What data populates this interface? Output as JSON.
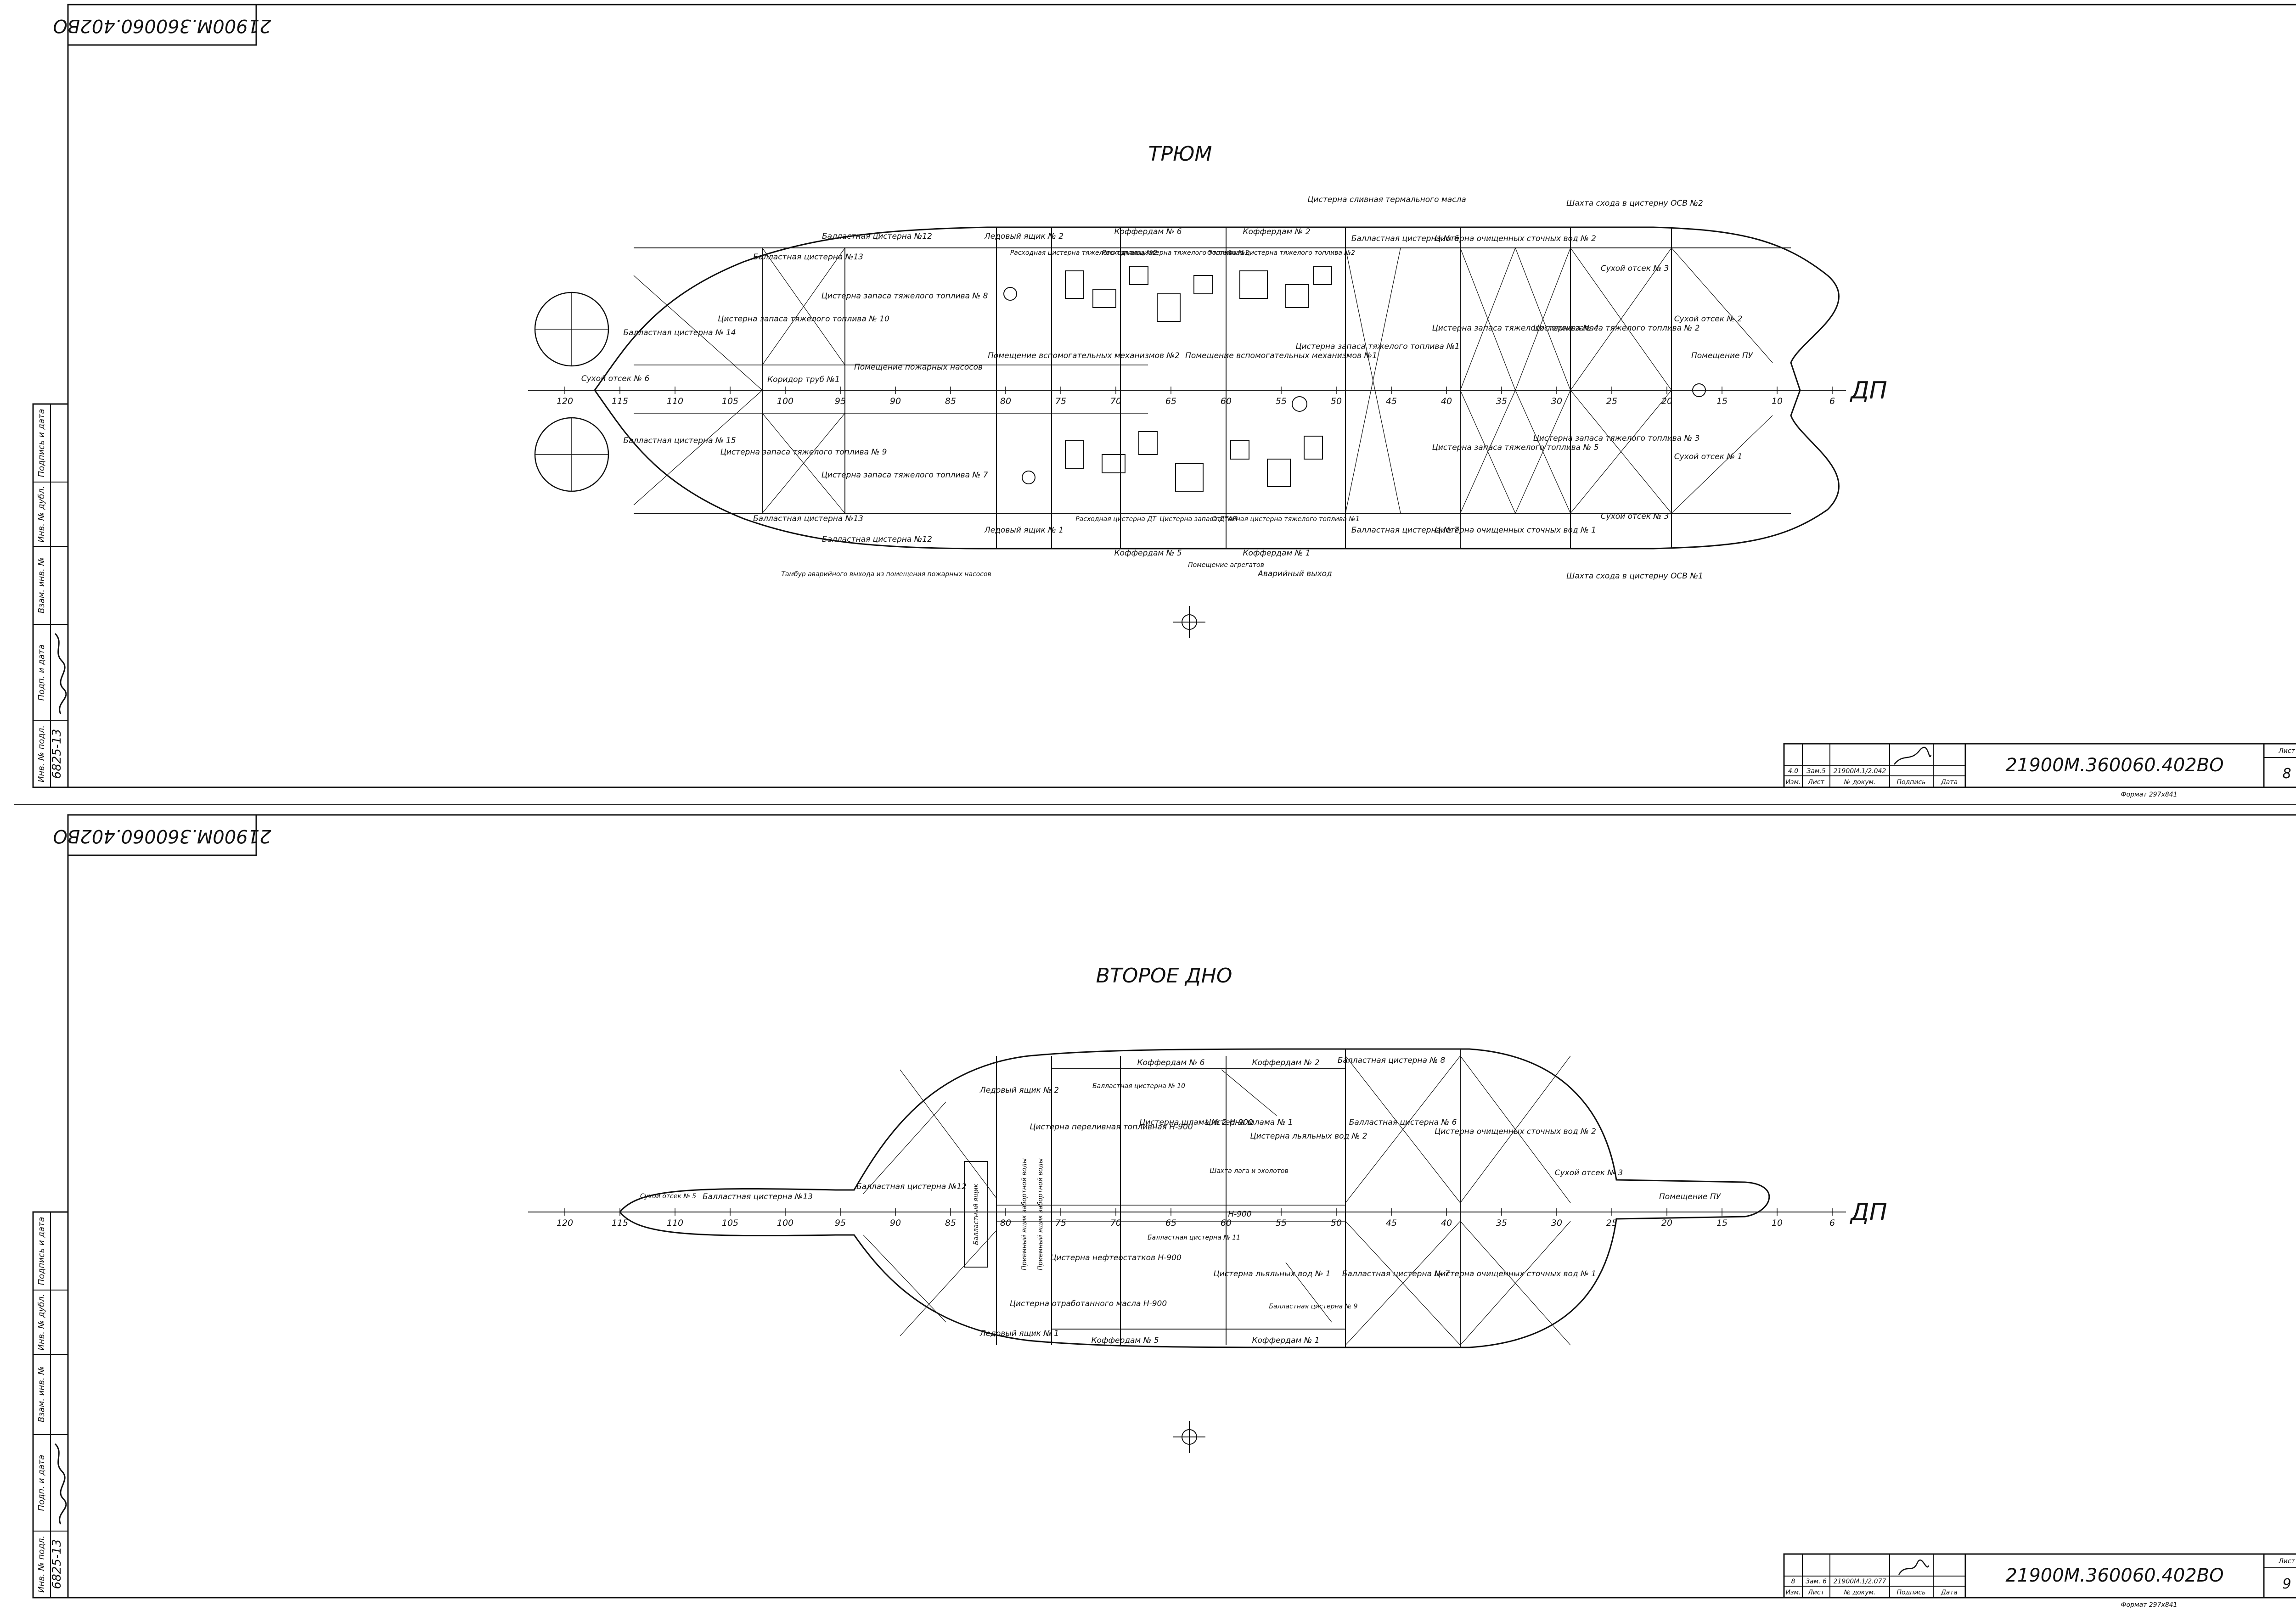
{
  "sheets": [
    {
      "drawing_code": "21900М.360060.402ВО",
      "title": "ТРЮМ",
      "centerline": "ДП",
      "sheet_label": "Лист",
      "sheet_number": "8",
      "format": "Формат 297х841",
      "revision": {
        "izm": "4.0",
        "list": "Зам.5",
        "doc": "21900М.1/2.042",
        "date": ""
      },
      "stamp_headers": [
        "Изм.",
        "Лист",
        "№ докум.",
        "Подпись",
        "Дата"
      ],
      "side_labels": [
        "Подпись и дата",
        "Инв. № дубл.",
        "Взам. инв. №",
        "Подп. и дата",
        "Инв. № подл."
      ],
      "handwritten": [
        "ПОДП.ИДАТА",
        "6825-13"
      ],
      "frames": [
        "120",
        "115",
        "110",
        "105",
        "100",
        "95",
        "90",
        "85",
        "80",
        "75",
        "70",
        "65",
        "60",
        "55",
        "50",
        "45",
        "40",
        "35",
        "30",
        "25",
        "20",
        "15",
        "10",
        "6"
      ],
      "labels": [
        "Балластная цистерна №12",
        "Балластная цистерна №13",
        "Ледовый ящик № 2",
        "Коффердам № 6",
        "Коффердам № 2",
        "Цистерна сливная термального масла",
        "Шахта схода в цистерну ОСВ №2",
        "Расходная цистерна тяжелого топлива №2",
        "Расходная цистерна тяжелого топлива №2",
        "Отстойная цистерна тяжелого топлива №2",
        "Балластная цистерна № 6",
        "Цистерна очищенных сточных вод № 2",
        "Сухой отсек № 3",
        "Балластная цистерна № 14",
        "Цистерна запаса тяжелого топлива № 10",
        "Цистерна запаса тяжелого топлива № 8",
        "Сухой отсек № 2",
        "Сухой отсек № 6",
        "Коридор труб №1",
        "Помещение пожарных насосов",
        "Помещение вспомогательных механизмов №2",
        "Помещение вспомогательных механизмов №1",
        "Цистерна запаса тяжелого топлива №1",
        "Цистерна запаса тяжелого топлива № 4",
        "Цистерна запаса тяжелого топлива № 2",
        "Помещение ПУ",
        "Балластная цистерна № 15",
        "Цистерна запаса тяжелого топлива № 9",
        "Цистерна запаса тяжелого топлива № 7",
        "Цистерна запаса тяжелого топлива № 5",
        "Цистерна запаса тяжелого топлива № 3",
        "Сухой отсек № 1",
        "Балластная цистерна №13",
        "Балластная цистерна №12",
        "Ледовый ящик № 1",
        "Расходная цистерна ДТ",
        "Цистерна запаса ДТАП",
        "Отстойная цистерна тяжелого топлива №1",
        "Балластная цистерна № 7",
        "Цистерна очищенных сточных вод № 1",
        "Сухой отсек № 3",
        "Коффердам № 5",
        "Коффердам № 1",
        "Тамбур аварийного выхода из помещения пожарных насосов",
        "Аварийный выход",
        "Шахта схода в цистерну ОСВ №1",
        "Помещение агрегатов"
      ]
    },
    {
      "drawing_code": "21900М.360060.402ВО",
      "title": "ВТОРОЕ ДНО",
      "centerline": "ДП",
      "sheet_label": "Лист",
      "sheet_number": "9",
      "format": "Формат 297х841",
      "revision": {
        "izm": "8",
        "list": "Зам. 6",
        "doc": "21900М.1/2.077",
        "date": ""
      },
      "stamp_headers": [
        "Изм.",
        "Лист",
        "№ докум.",
        "Подпись",
        "Дата"
      ],
      "side_labels": [
        "Подпись и дата",
        "Инв. № дубл.",
        "Взам. инв. №",
        "Подп. и дата",
        "Инв. № подл."
      ],
      "handwritten": [
        "ПОДП.ИДАТА",
        "6825-13"
      ],
      "frames": [
        "120",
        "115",
        "110",
        "105",
        "100",
        "95",
        "90",
        "85",
        "80",
        "75",
        "70",
        "65",
        "60",
        "55",
        "50",
        "45",
        "40",
        "35",
        "30",
        "25",
        "20",
        "15",
        "10",
        "6"
      ],
      "labels": [
        "Коффердам № 6",
        "Коффердам № 2",
        "Балластная цистерна № 8",
        "Ледовый ящик № 2",
        "Балластная цистерна № 10",
        "Цистерна переливная топливная H-900",
        "Цистерна шлама № 2 H-900",
        "Цистерна шлама № 1",
        "Цистерна льяльных вод № 2",
        "Балластная цистерна № 6",
        "Цистерна очищенных сточных вод № 2",
        "Сухой отсек № 3",
        "Сухой отсек № 5",
        "Балластная цистерна №13",
        "Балластная цистерна №12",
        "Балластный ящик",
        "Приемный ящик забортной воды",
        "Приемный ящик забортной воды",
        "Шахта лага и эхолотов",
        "Помещение ПУ",
        "H-900",
        "Балластная цистерна № 11",
        "Цистерна нефтеостатков H-900",
        "Цистерна отработанного масла H-900",
        "Цистерна льяльных вод № 1",
        "Балластная цистерна № 9",
        "Балластная цистерна № 7",
        "Цистерна очищенных сточных вод № 1",
        "Ледовый ящик № 1",
        "Коффердам № 5",
        "Коффердам № 1"
      ]
    }
  ]
}
